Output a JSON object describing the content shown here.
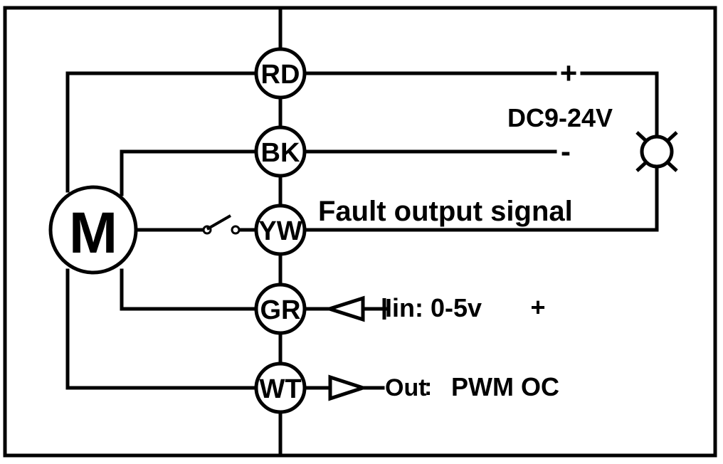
{
  "terminals": {
    "rd": "RD",
    "bk": "BK",
    "yw": "YW",
    "gr": "GR",
    "wt": "WT"
  },
  "motor": {
    "label": "M"
  },
  "supply": {
    "plus": "+",
    "minus": "-",
    "voltage": "DC9-24V"
  },
  "fault": {
    "label": "Fault output signal"
  },
  "input": {
    "label": "Iin: 0-5v",
    "plus": "+"
  },
  "output": {
    "prefix": "Out",
    "colon": ":",
    "value": "PWM OC"
  },
  "colors": {
    "line": "#000000",
    "background": "#ffffff"
  },
  "icons": [
    "lamp-icon",
    "switch-icon",
    "input-arrow-icon",
    "output-arrow-icon"
  ]
}
